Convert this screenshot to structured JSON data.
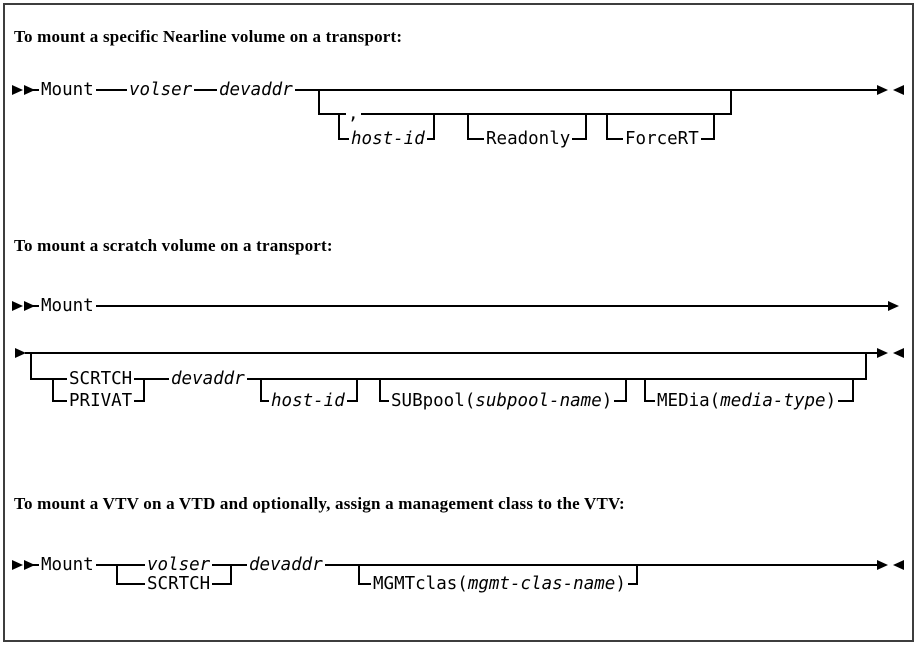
{
  "page": {
    "background": "#ffffff",
    "border_color": "#3d3d3d",
    "line_color": "#000000"
  },
  "icons": {
    "diagram_start": "▶▶",
    "diagram_end": "▶◀",
    "row_continue": "▶",
    "row_start": "▶"
  },
  "d1": {
    "heading": "To mount a specific Nearline volume on a transport:",
    "mount": "Mount",
    "volser": "volser",
    "devaddr": "devaddr",
    "separator": ",",
    "host_id": "host-id",
    "readonly": "Readonly",
    "forcert": "ForceRT"
  },
  "d2": {
    "heading": "To mount a scratch volume on a transport:",
    "mount": "Mount",
    "scrtch": "SCRTCH",
    "privat": "PRIVAT",
    "devaddr": "devaddr",
    "host_id": "host-id",
    "subpool_kw": "SUBpool(",
    "subpool_var": "subpool-name",
    "subpool_close": ")",
    "media_kw": "MEDia(",
    "media_var": "media-type",
    "media_close": ")"
  },
  "d3": {
    "heading": "To mount a VTV on a VTD and optionally, assign a management class to the VTV:",
    "mount": "Mount",
    "volser": "volser",
    "scrtch": "SCRTCH",
    "devaddr": "devaddr",
    "mgmtclas_kw": "MGMTclas(",
    "mgmtclas_var": "mgmt-clas-name",
    "mgmtclas_close": ")"
  }
}
